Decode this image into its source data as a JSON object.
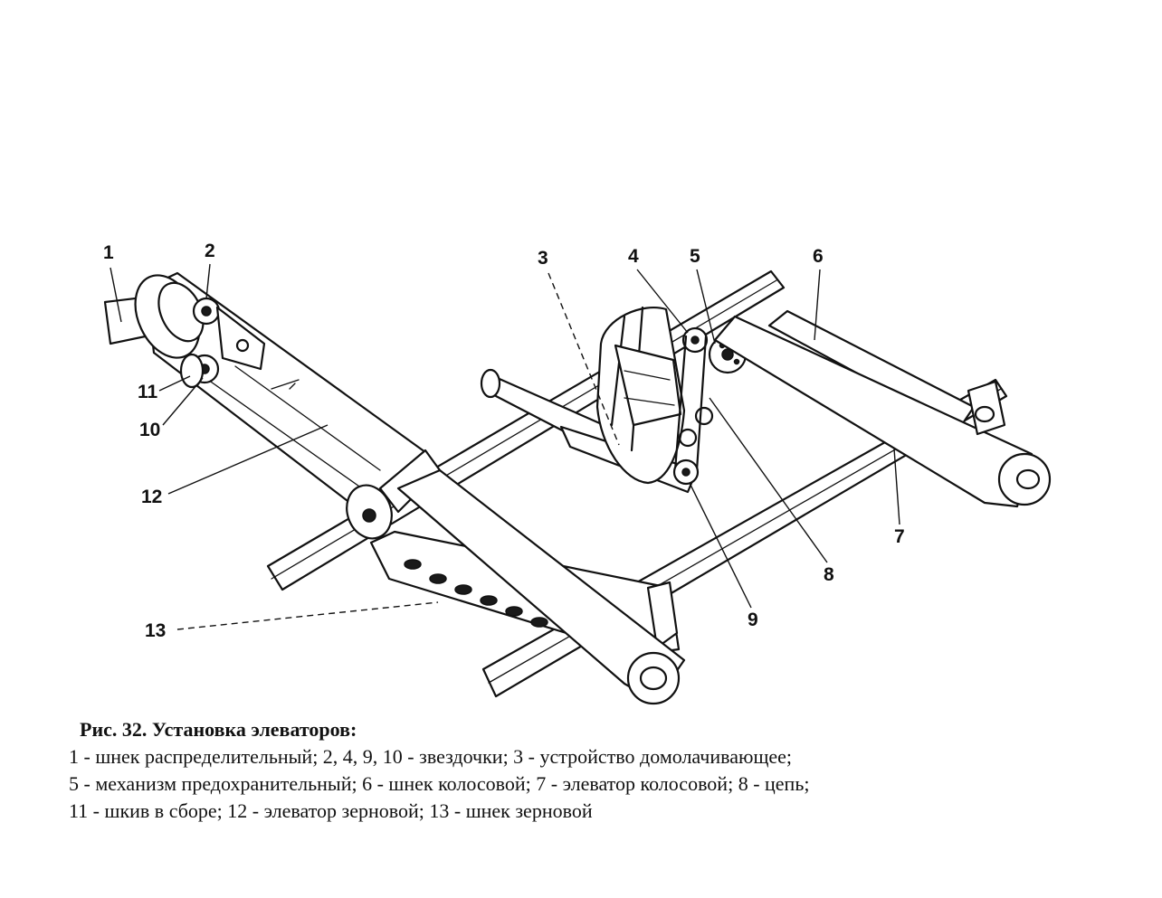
{
  "figure": {
    "callouts": [
      "1",
      "2",
      "3",
      "4",
      "5",
      "6",
      "7",
      "8",
      "9",
      "10",
      "11",
      "12",
      "13"
    ]
  },
  "caption": {
    "title": "Рис. 32. Установка элеваторов:",
    "lines": [
      "1 - шнек распределительный; 2, 4, 9, 10 - звездочки; 3 -  устройство домолачивающее;",
      "5 - механизм предохранительный;  6 - шнек колосовой;  7 - элеватор колосовой; 8 - цепь;",
      "11 - шкив в сборе; 12 - элеватор зерновой; 13 - шнек зерновой"
    ]
  }
}
